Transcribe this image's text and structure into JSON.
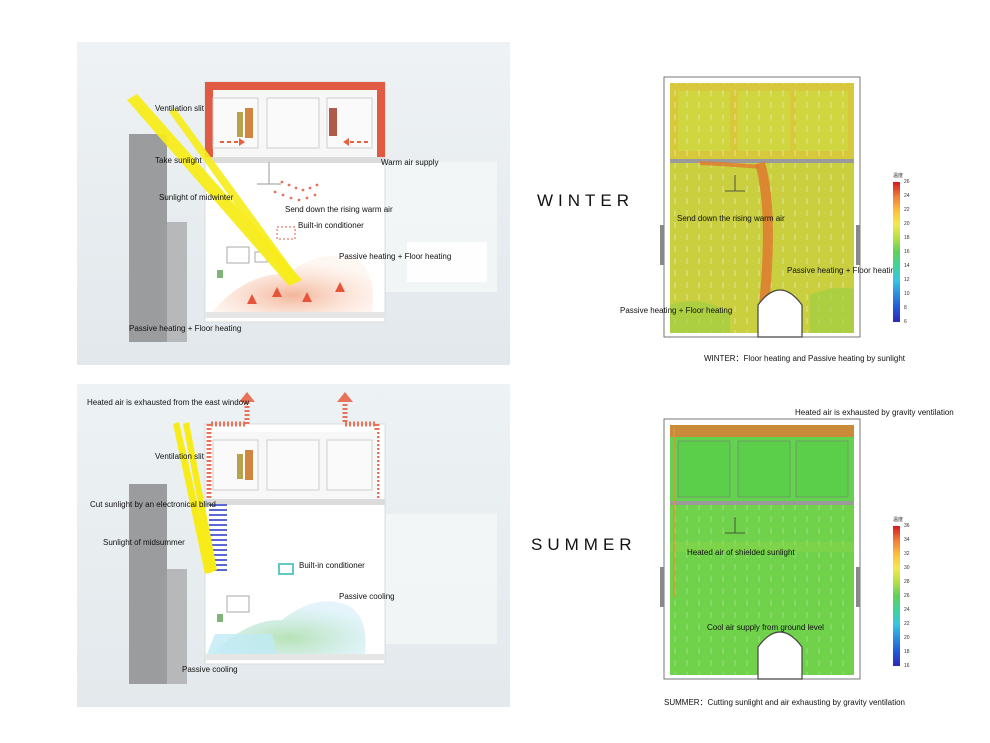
{
  "winter": {
    "season_label": "WINTER",
    "diagram_labels": {
      "ventilation_slit": "Ventilation slit",
      "take_sunlight": "Take sunlight",
      "warm_air_supply": "Warm air supply",
      "sunlight_midwinter": "Sunlight of midwinter",
      "send_down": "Send down the rising warm air",
      "conditioner": "Built-in conditioner",
      "passive_floor_right": "Passive heating + Floor heating",
      "passive_floor_bottom": "Passive heating + Floor heating"
    },
    "sim_labels": {
      "send_down": "Send down the rising warm air",
      "passive_right": "Passive heating + Floor heating",
      "passive_left": "Passive heating + Floor heating"
    },
    "caption": "WINTER：Floor heating and Passive heating by sunlight",
    "scale": {
      "unit": "温度",
      "ticks": [
        "26",
        "24",
        "22",
        "20",
        "18",
        "16",
        "14",
        "12",
        "10",
        "8",
        "6"
      ],
      "colors": [
        "#d7191c",
        "#f07a3a",
        "#fdbe3b",
        "#f3e94c",
        "#b6e046",
        "#5fd05a",
        "#3fd49c",
        "#35c6e0",
        "#2a8fe0",
        "#2357d8",
        "#2a2ab8"
      ]
    }
  },
  "summer": {
    "season_label": "SUMMER",
    "diagram_labels": {
      "heated_air_east": "Heated air is exhausted from the east window",
      "ventilation_slit": "Ventilation slit",
      "cut_sunlight": "Cut sunlight by an electronical blind",
      "sunlight_midsummer": "Sunlight of midsummer",
      "conditioner": "Built-in conditioner",
      "passive_cooling_right": "Passive cooling",
      "passive_cooling_bottom": "Passive cooling"
    },
    "sim_labels": {
      "heated_air_gravity": "Heated air is exhausted by gravity ventilation",
      "heated_air_shielded": "Heated air of shielded sunlight",
      "cool_air": "Cool air supply from ground level"
    },
    "caption": "SUMMER：Cutting sunlight and air exhausting by gravity ventilation",
    "scale": {
      "unit": "温度",
      "ticks": [
        "36",
        "34",
        "32",
        "30",
        "28",
        "26",
        "24",
        "22",
        "20",
        "18",
        "16"
      ],
      "colors": [
        "#d7191c",
        "#f07a3a",
        "#fdbe3b",
        "#f3e94c",
        "#b6e046",
        "#5fd05a",
        "#3fd49c",
        "#35c6e0",
        "#2a8fe0",
        "#2357d8",
        "#2a2ab8"
      ]
    }
  }
}
